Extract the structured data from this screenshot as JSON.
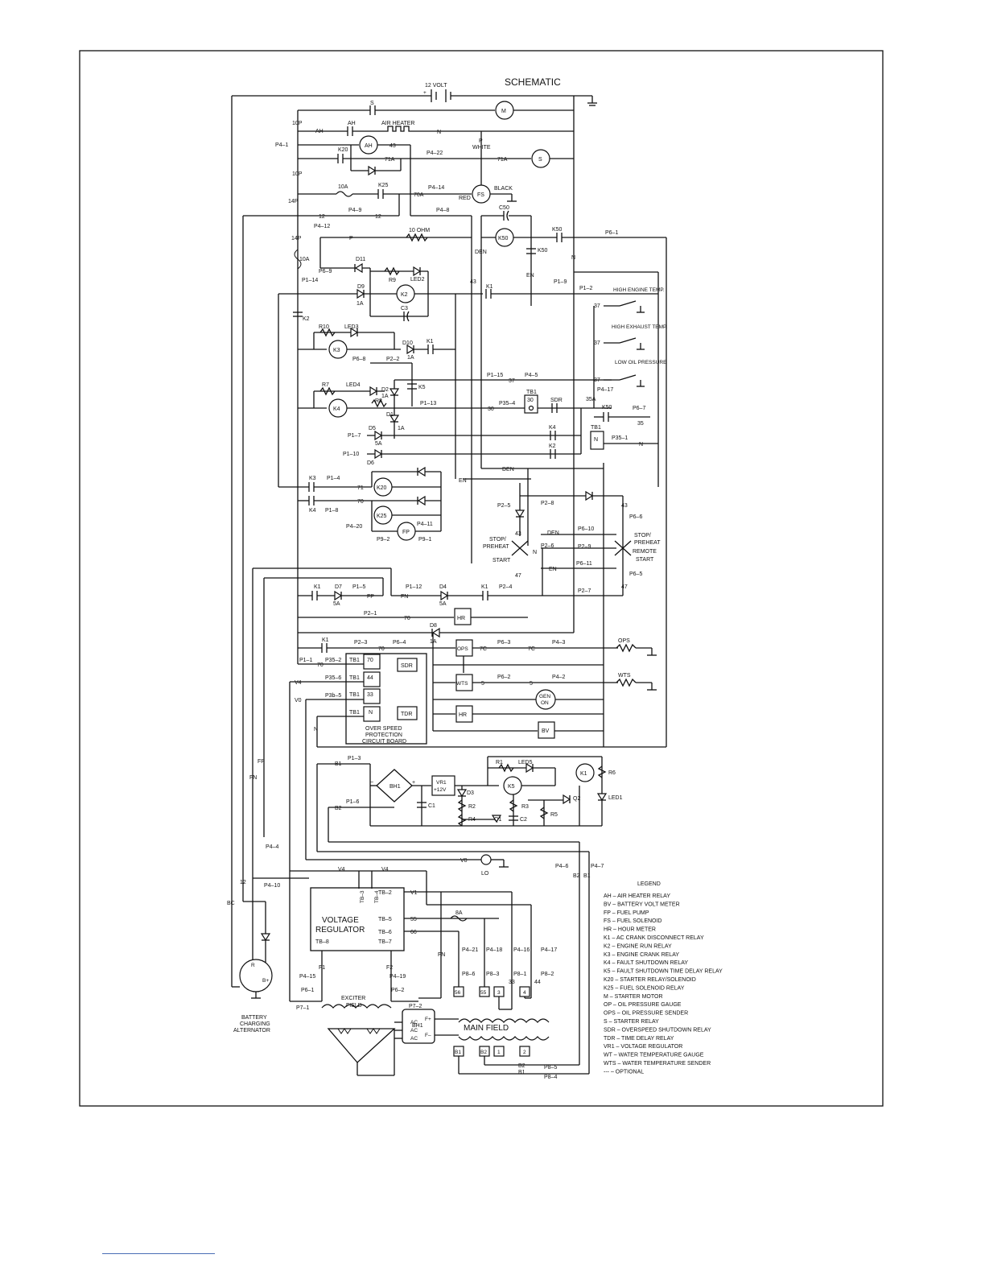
{
  "title": "SCHEMATIC",
  "battery_label": "12 VOLT",
  "legend_title": "LEGEND",
  "legend": [
    "AH – AIR HEATER RELAY",
    "BV – BATTERY VOLT METER",
    "FP – FUEL PUMP",
    "FS – FUEL SOLENOID",
    "HR – HOUR METER",
    "K1 – AC CRANK DISCONNECT RELAY",
    "K2 – ENGINE RUN RELAY",
    "K3 – ENGINE CRANK RELAY",
    "K4 – FAULT SHUTDOWN RELAY",
    "K5 – FAULT SHUTDOWN TIME DELAY RELAY",
    "K20 – STARTER RELAY/SOLENOID",
    "K25 – FUEL SOLENOID RELAY",
    "M – STARTER MOTOR",
    "OP – OIL PRESSURE GAUGE",
    "OPS – OIL PRESSURE SENDER",
    "S – STARTER RELAY",
    "SDR – OVERSPEED SHUTDOWN RELAY",
    "TDR – TIME DELAY RELAY",
    "VR1 – VOLTAGE REGULATOR",
    "WT – WATER TEMPERATURE GAUGE",
    "WTS – WATER TEMPERATURE SENDER",
    "--- – OPTIONAL"
  ],
  "components": {
    "M": "M",
    "AH": "AH",
    "S": "S",
    "FS": "FS",
    "K50": "K50",
    "K2": "K2",
    "K3": "K3",
    "K4": "K4",
    "K20": "K20",
    "K25": "K25",
    "FP": "FP",
    "HR": "HR",
    "OPS": "OPS",
    "WTS": "WTS",
    "GEN_ON": "GEN ON",
    "BV": "BV",
    "K5": "K5",
    "K1": "K1",
    "VR1": "VR1 +12V",
    "SDR": "SDR",
    "TDR": "TDR",
    "LO": "LO"
  },
  "block_labels": {
    "air_heater": "AIR HEATER",
    "white": "WHITE",
    "red": "RED",
    "black": "BLACK",
    "ten_ohm": "10 OHM",
    "high_engine_temp": "HIGH ENGINE TEMP.",
    "high_exhaust_temp": "HIGH EXHAUST TEMP.",
    "low_oil_pressure": "LOW OIL PRESSURE",
    "stop_preheat_start": "STOP/ PREHEAT START",
    "remote_switch": "STOP/ PREHEAT REMOTE START",
    "overspeed_board": "OVER SPEED PROTECTION CIRCUIT BOARD",
    "voltage_regulator": "VOLTAGE REGULATOR",
    "exciter_field": "EXCITER FIELD",
    "main_field": "MAIN FIELD",
    "alternator": "BATTERY CHARGING ALTERNATOR"
  }
}
